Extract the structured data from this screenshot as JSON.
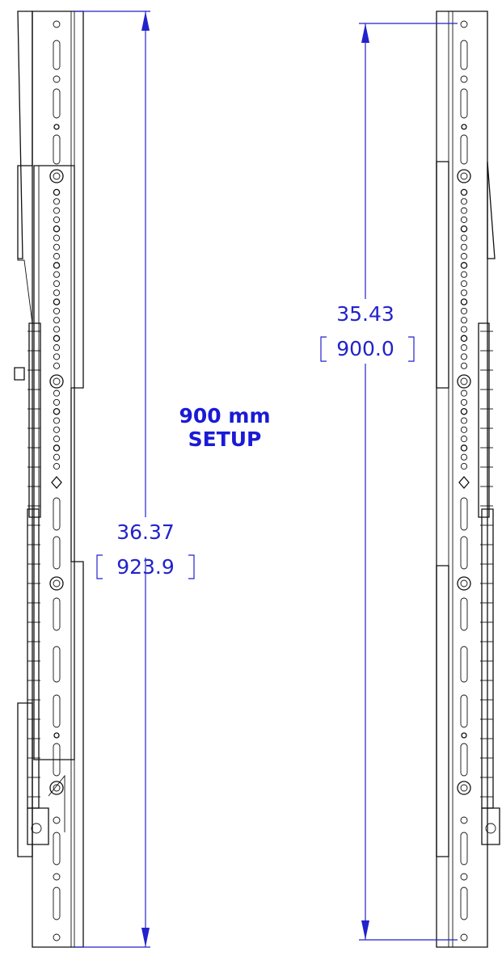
{
  "setup_label": {
    "line1": "900 mm",
    "line2": "SETUP"
  },
  "left_dimension": {
    "inches": "36.37",
    "mm": "923.9"
  },
  "right_dimension": {
    "inches": "35.43",
    "mm": "900.0"
  },
  "colors": {
    "dimension": "#2222cc",
    "label": "#1a1ad6",
    "outline": "#111111"
  }
}
